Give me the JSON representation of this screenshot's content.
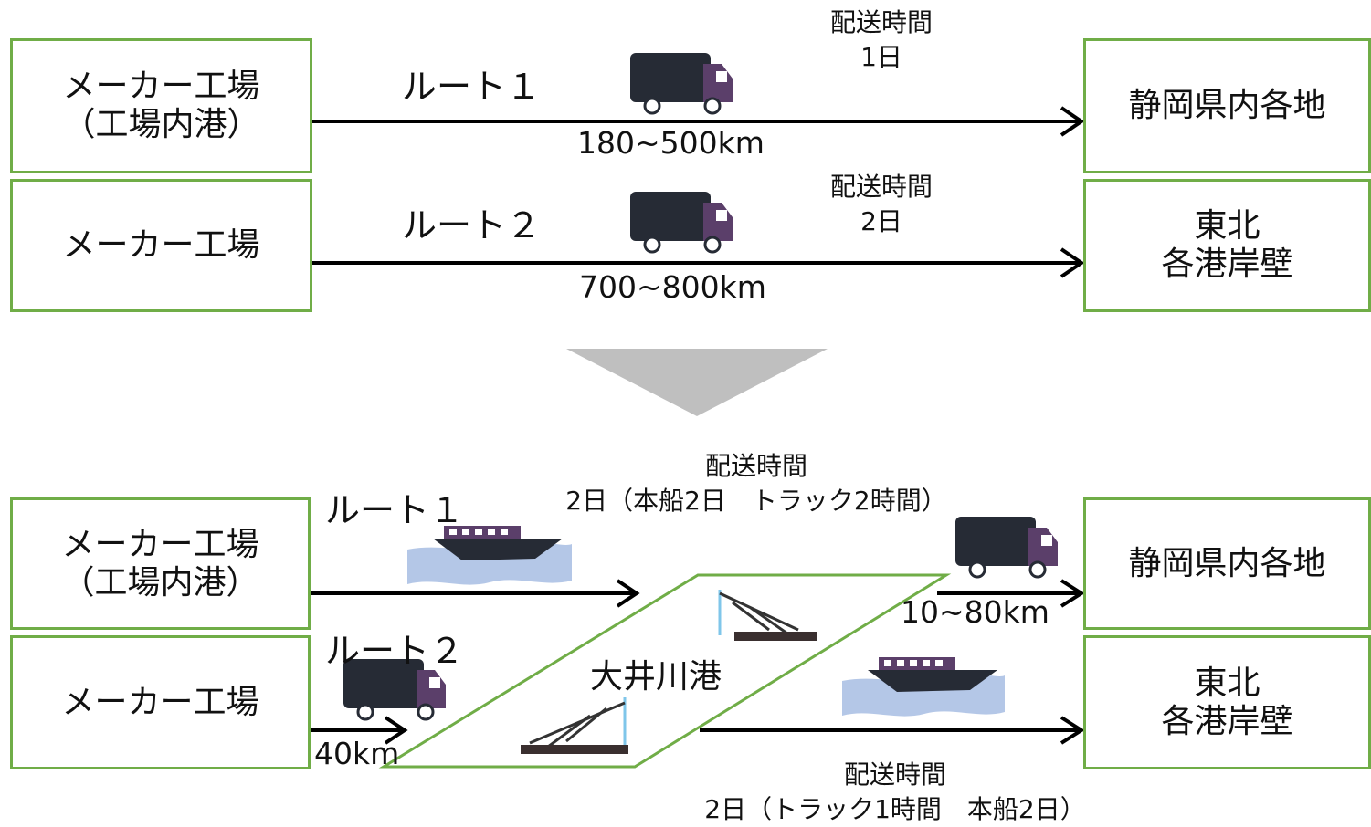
{
  "colors": {
    "box_border": "#70ad47",
    "truck_body": "#262b35",
    "truck_cab": "#5b3f6a",
    "water": "#b4c7e7",
    "down_arrow": "#bfbfbf",
    "ship_hull": "#262b35",
    "ship_cabin": "#5b3f6a"
  },
  "before": {
    "rows": [
      {
        "origin": [
          "メーカー工場",
          "（工場内港）"
        ],
        "route": "ルート１",
        "distance": "180~500km",
        "time_label": "配送時間",
        "time_value": "1日",
        "destination": [
          "静岡県内各地"
        ]
      },
      {
        "origin": [
          "メーカー工場"
        ],
        "route": "ルート２",
        "distance": "700~800km",
        "time_label": "配送時間",
        "time_value": "2日",
        "destination": [
          "東北",
          "各港岸壁"
        ]
      }
    ]
  },
  "after": {
    "origins": [
      [
        "メーカー工場",
        "（工場内港）"
      ],
      [
        "メーカー工場"
      ]
    ],
    "destinations": [
      [
        "静岡県内各地"
      ],
      [
        "東北",
        "各港岸壁"
      ]
    ],
    "route1": "ルート１",
    "route2": "ルート２",
    "port": "大井川港",
    "route1_time_label": "配送時間",
    "route1_time_value": "2日（本船2日　トラック2時間）",
    "route1_truck_distance": "10~80km",
    "route2_truck_distance": "40km",
    "route2_time_label": "配送時間",
    "route2_time_value": "2日（トラック1時間　本船2日）"
  },
  "icons": [
    "truck-icon",
    "ship-icon",
    "crane-icon",
    "down-arrow-icon"
  ]
}
